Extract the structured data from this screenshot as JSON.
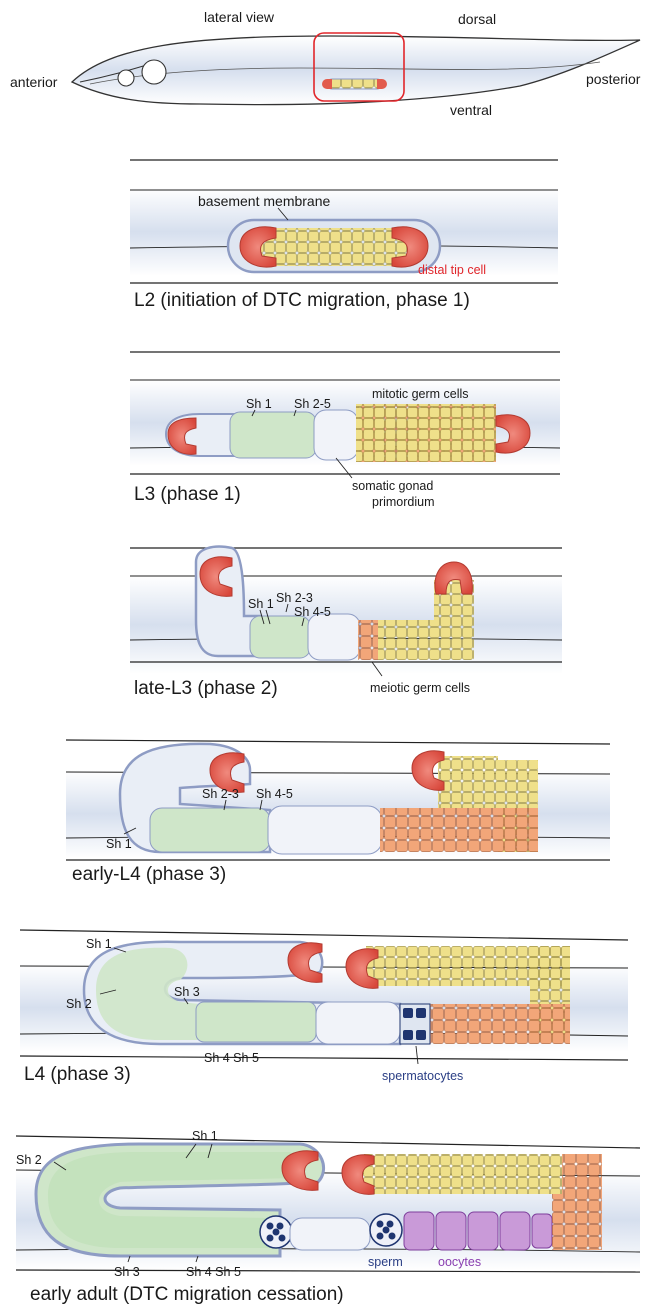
{
  "colors": {
    "body_fill": "#dfe6f1",
    "membrane": "#8e9cc4",
    "dtc": "#e25b4d",
    "germ_mitotic": "#efe08a",
    "germ_meiotic": "#f2a679",
    "sheath": "#cfe6c9",
    "spermatheca": "#eef0f8",
    "oocyte": "#c99ad8",
    "sperm": "#1f3570",
    "accent_red": "#e1262b"
  },
  "overview": {
    "lateral_view": "lateral view",
    "dorsal": "dorsal",
    "anterior": "anterior",
    "posterior": "posterior",
    "ventral": "ventral"
  },
  "panels": {
    "l2": {
      "stage": "L2 (initiation of DTC migration, phase 1)",
      "basement_membrane": "basement membrane",
      "distal_tip_cell": "distal tip cell"
    },
    "l3": {
      "stage": "L3 (phase 1)",
      "sh1": "Sh 1",
      "sh2_5": "Sh 2-5",
      "mitotic": "mitotic germ cells",
      "somatic_1": "somatic gonad",
      "somatic_2": "primordium"
    },
    "late_l3": {
      "stage": "late-L3 (phase 2)",
      "sh1": "Sh 1",
      "sh2_3": "Sh 2-3",
      "sh4_5": "Sh 4-5",
      "meiotic": "meiotic germ cells"
    },
    "early_l4": {
      "stage": "early-L4 (phase 3)",
      "sh2_3": "Sh 2-3",
      "sh4_5": "Sh 4-5",
      "sh1": "Sh 1"
    },
    "l4": {
      "stage": "L4 (phase 3)",
      "sh1": "Sh 1",
      "sh2": "Sh 2",
      "sh3": "Sh 3",
      "sh4_sh5": "Sh 4 Sh 5",
      "spermatocytes": "spermatocytes"
    },
    "adult": {
      "stage": "early adult (DTC migration cessation)",
      "sh1": "Sh 1",
      "sh2": "Sh 2",
      "sh3": "Sh 3",
      "sh4_sh5": "Sh 4 Sh 5",
      "sperm": "sperm",
      "oocytes": "oocytes"
    }
  }
}
